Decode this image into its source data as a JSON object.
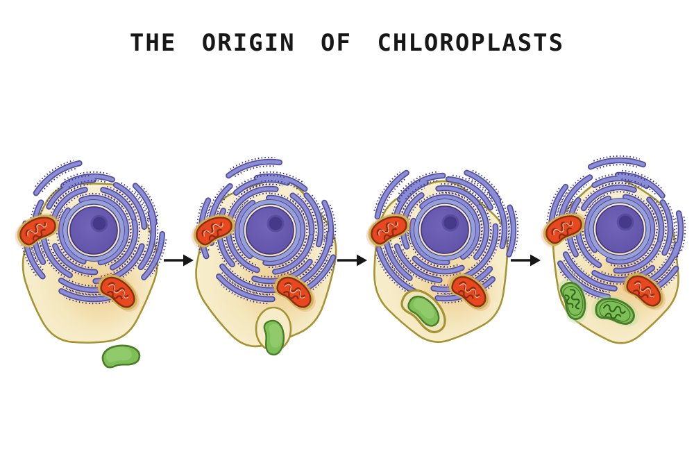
{
  "title": "THE ORIGIN OF CHLOROPLASTS",
  "diagram": {
    "type": "process-diagram",
    "stage_count": 4,
    "stages": [
      {
        "index": 1,
        "name": "cyanobacterium-outside-cell",
        "symbiont": "outside"
      },
      {
        "index": 2,
        "name": "cyanobacterium-being-engulfed",
        "symbiont": "engulfing"
      },
      {
        "index": 3,
        "name": "cyanobacterium-inside-vesicle",
        "symbiont": "vesicle"
      },
      {
        "index": 4,
        "name": "chloroplasts-established",
        "symbiont": "chloroplasts"
      }
    ],
    "organelles": [
      "nucleus",
      "nucleolus",
      "nuclear-envelope",
      "rough-endoplasmic-reticulum",
      "mitochondrion",
      "cyanobacterium",
      "chloroplast"
    ]
  },
  "icons": {
    "arrow": "→"
  },
  "colors": {
    "background": "#ffffff",
    "title_text": "#171717",
    "cytoplasm": "#f6ecc8",
    "cytoplasm_deep": "#f1dca6",
    "cytoplasm_light": "#fbf4dd",
    "membrane": "#a59332",
    "nucleus": "#5e50a5",
    "nucleus_core": "#7264b8",
    "nucleus_edge": "#3e3380",
    "nucleolus": "#453889",
    "nuclear_envelope": "#98a0d8",
    "er_ribbon": "#8b8ed6",
    "er_outline": "#524d9b",
    "ribosome": "#3f3a85",
    "mitochondrion": "#e8481f",
    "mitochondrion_dark": "#8a2d12",
    "mitochondrion_rim": "#c9b654",
    "mitochondrion_glow": "#f37c5e",
    "symbiont_green": "#7fbf58",
    "symbiont_green_light": "#9ed47a",
    "symbiont_green_dark": "#4a7c29",
    "thylakoid": "#2f6318",
    "chloroplast_glow": "#b9e09a",
    "vesicle_fill": "#f0e6bb",
    "warm_glow": "#e9a44a",
    "arrow": "#171717"
  }
}
